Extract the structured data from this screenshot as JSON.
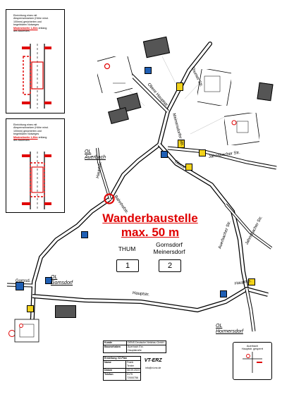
{
  "notes": {
    "top": {
      "line1": "Einrichtung eines mit",
      "line2": "Absperrschranken (Höhe mind.",
      "line3": "100mm) gesicherten und",
      "line4": "begehbaren Notweges",
      "red": "Mindestbreite 1,30m",
      "line5": "entlang",
      "line6": "des Baufeldes."
    },
    "bottom": {
      "line1": "Einrichtung eines mit",
      "line2": "Absperrschranken (Höhe mind.",
      "line3": "100mm) gesicherten und",
      "line4": "begehbaren Notweges",
      "red": "Mindestbreite 1,30m",
      "line5": "entlang",
      "line6": "des Baufeldes."
    }
  },
  "headline": {
    "line1": "Wanderbaustelle",
    "line2": "max. 50 m"
  },
  "directions": [
    {
      "label": "THUM",
      "number": "1"
    },
    {
      "label_line1": "Gornsdorf",
      "label_line2": "Meinersdorf",
      "number": "2"
    }
  ],
  "streets": {
    "thumer": "Thumer Str.",
    "meinersdorfer": "Meinersdorfer Str.",
    "obere_hauptstr": "Obere Hauptstr.",
    "obere": "Obere",
    "jahnsbacher_1": "Jahnsbacher Str.",
    "jahnsbacher_2": "Jahnsbacher Str.",
    "hauptstr_1": "Hauptstr.",
    "hauptstr_2": "Hauptstr.",
    "hauptstr_3": "Hauptstr.",
    "bahnhofstr": "Bahnhofstr.",
    "auerbacher": "Auerbacher Str.",
    "gornsdorfer": "Gornsd."
  },
  "places": {
    "auerbach_1": "OL",
    "auerbach_2": "Auerbach",
    "gornsdorf_1": "OL",
    "gornsdorf_2": "Gornsdorf",
    "hormersdorf_1": "OL",
    "hormersdorf_2": "Hormersdorf"
  },
  "legend": {
    "kunde_label": "Kunde",
    "kunde_value": "DENS Deutsche Netzbau GmbH",
    "bauvorhaben_label": "Bauvorhaben",
    "bauvorhaben_value1": "Auerbach Erz.",
    "bauvorhaben_value2": "Hauptstraße",
    "erstellung_label": "Erstellung VZ-Plan",
    "name_label": "Name",
    "name_value": "Frank Tenter",
    "datum_label": "Datum",
    "datum_value": "08.09.2023",
    "telefon_label": "Telefon",
    "telefon_value": "0175 72000756",
    "email_value": "info@vt-erz.de",
    "logo": "VT-ERZ"
  },
  "closed_note": {
    "line1": "Auerbach",
    "line2": "Hauptstr. gesperrt"
  },
  "colors": {
    "red": "#e00000",
    "road": "#000000",
    "sign_blue": "#1f5fb4",
    "sign_yellow": "#f2d21b",
    "sign_dark": "#555555"
  }
}
